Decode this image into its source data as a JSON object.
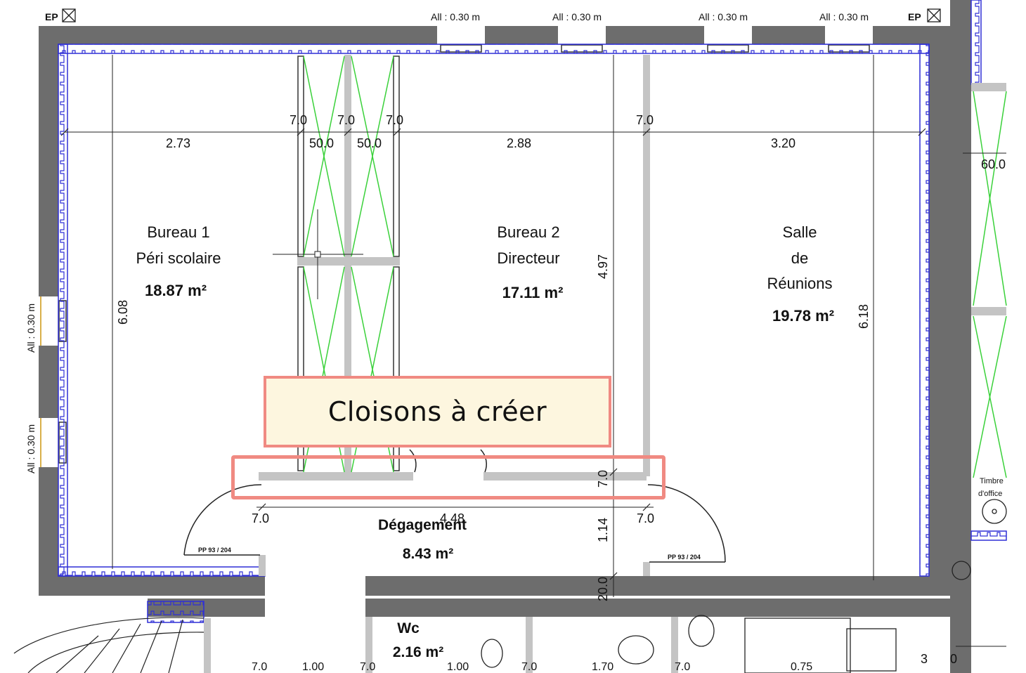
{
  "window_labels": {
    "top": [
      "All : 0.30 m",
      "All : 0.30 m",
      "All : 0.30 m",
      "All : 0.30 m"
    ],
    "left": [
      "All : 0.30 m",
      "All : 0.30 m"
    ]
  },
  "ep_labels": [
    "EP",
    "EP"
  ],
  "dimensions": {
    "partition_widths": [
      "7.0",
      "7.0",
      "7.0",
      "7.0"
    ],
    "door_widths": [
      "50.0",
      "50.0"
    ],
    "room_widths": [
      "2.73",
      "2.88",
      "3.20"
    ],
    "height_left": "6.08",
    "height_mid": "4.97",
    "height_right": "6.18",
    "corridor_wall_left": "7.0",
    "corridor_wall_right": "7.0",
    "corridor_wall_side": "7.0",
    "corridor_width": "4.48",
    "corridor_height": "1.14",
    "bottom_partition": "20.0",
    "right_room_width": "60.0",
    "bottom_row": [
      "7.0",
      "1.00",
      "7.0",
      "1.00",
      "7.0",
      "1.70",
      "7.0",
      "0.75",
      "3",
      "0"
    ]
  },
  "rooms": {
    "bureau1": {
      "line1": "Bureau 1",
      "line2": "Péri scolaire",
      "area": "18.87 m²"
    },
    "bureau2": {
      "line1": "Bureau 2",
      "line2": "Directeur",
      "area": "17.11 m²"
    },
    "salle": {
      "line1": "Salle",
      "line2": "de",
      "line3": "Réunions",
      "area": "19.78 m²"
    },
    "degagement": {
      "name": "Dégagement",
      "area": "8.43 m²"
    },
    "wc": {
      "name": "Wc",
      "area": "2.16 m²"
    }
  },
  "door_labels": [
    "PP 93 / 204",
    "PP 93 / 204"
  ],
  "right_side_label": {
    "line1": "Timbre",
    "line2": "d'office"
  },
  "callout": {
    "text": "Cloisons à créer"
  },
  "colors": {
    "wall": "#6d6d6d",
    "insulation": "#2f2fd6",
    "partition": "#c4c4c4",
    "cross": "#3ad13a",
    "callout_border": "#f08a82",
    "callout_fill": "#fdf6df"
  }
}
